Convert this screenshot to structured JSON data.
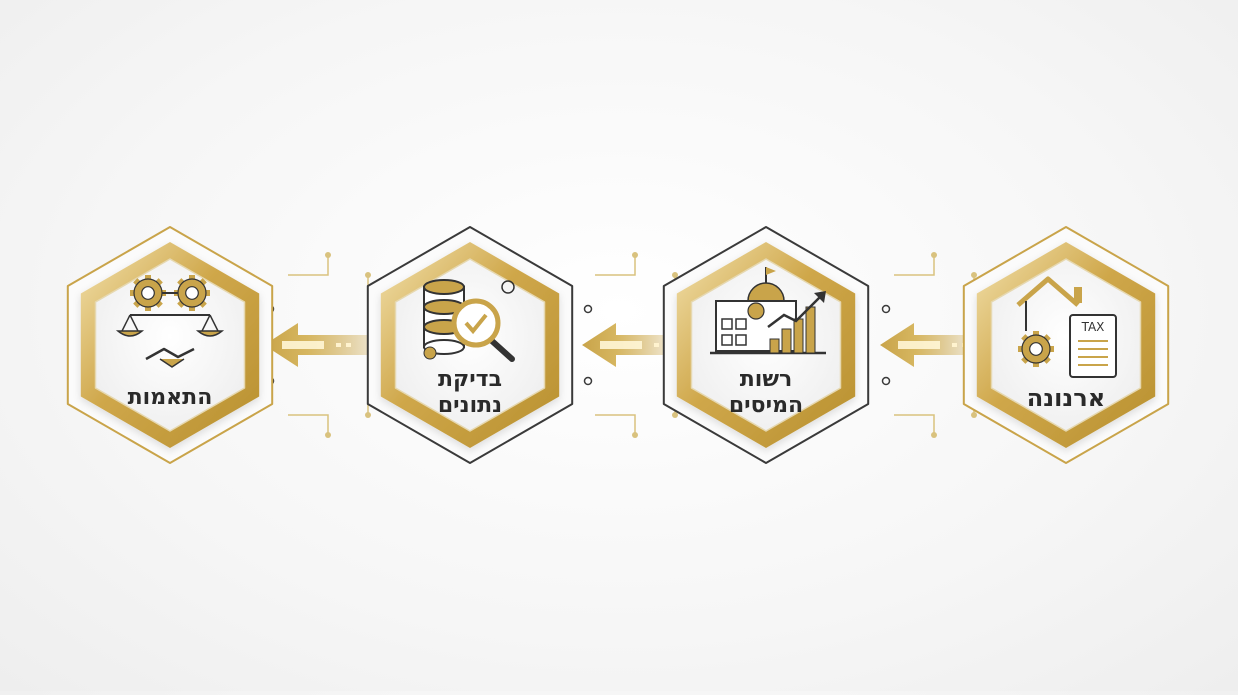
{
  "flow": {
    "direction": "right-to-left",
    "steps": [
      {
        "id": "arnona",
        "lines": [
          "ארנונה"
        ],
        "icon": "house-tax-gear-icon"
      },
      {
        "id": "tax-authority",
        "lines": [
          "רשות",
          "המיסים"
        ],
        "icon": "government-building-chart-icon"
      },
      {
        "id": "data-check",
        "lines": [
          "בדיקת",
          "נתונים"
        ],
        "icon": "database-magnifier-icon"
      },
      {
        "id": "reconciliation",
        "lines": [
          "התאמות"
        ],
        "icon": "gears-scale-handshake-icon"
      }
    ]
  },
  "colors": {
    "gold": "#c9a44a",
    "gold_light": "#ead9a6",
    "dark_outline": "#3a3a3a",
    "text": "#2a2a2a"
  }
}
